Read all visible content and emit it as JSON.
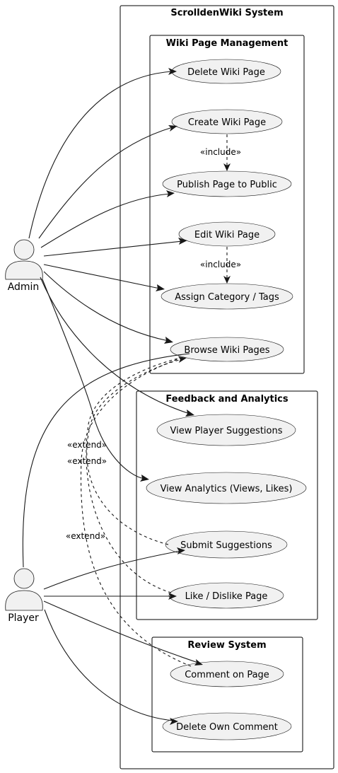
{
  "system": {
    "title": "ScrolldenWiki System"
  },
  "packages": {
    "wiki": {
      "title": "Wiki Page Management"
    },
    "feedback": {
      "title": "Feedback and Analytics"
    },
    "review": {
      "title": "Review System"
    }
  },
  "actors": {
    "admin": "Admin",
    "player": "Player"
  },
  "use_cases": {
    "delete_wiki": "Delete Wiki Page",
    "create_wiki": "Create Wiki Page",
    "publish": "Publish Page to Public",
    "edit_wiki": "Edit Wiki Page",
    "assign_cat": "Assign Category / Tags",
    "browse": "Browse Wiki Pages",
    "view_suggestions": "View Player Suggestions",
    "view_analytics": "View Analytics (Views, Likes)",
    "submit_suggestions": "Submit Suggestions",
    "like_dislike": "Like / Dislike Page",
    "comment": "Comment on Page",
    "delete_comment": "Delete Own Comment"
  },
  "stereotypes": {
    "include_1": "«include»",
    "include_2": "«include»",
    "extend_1": "«extend»",
    "extend_2": "«extend»",
    "extend_3": "«extend»"
  }
}
